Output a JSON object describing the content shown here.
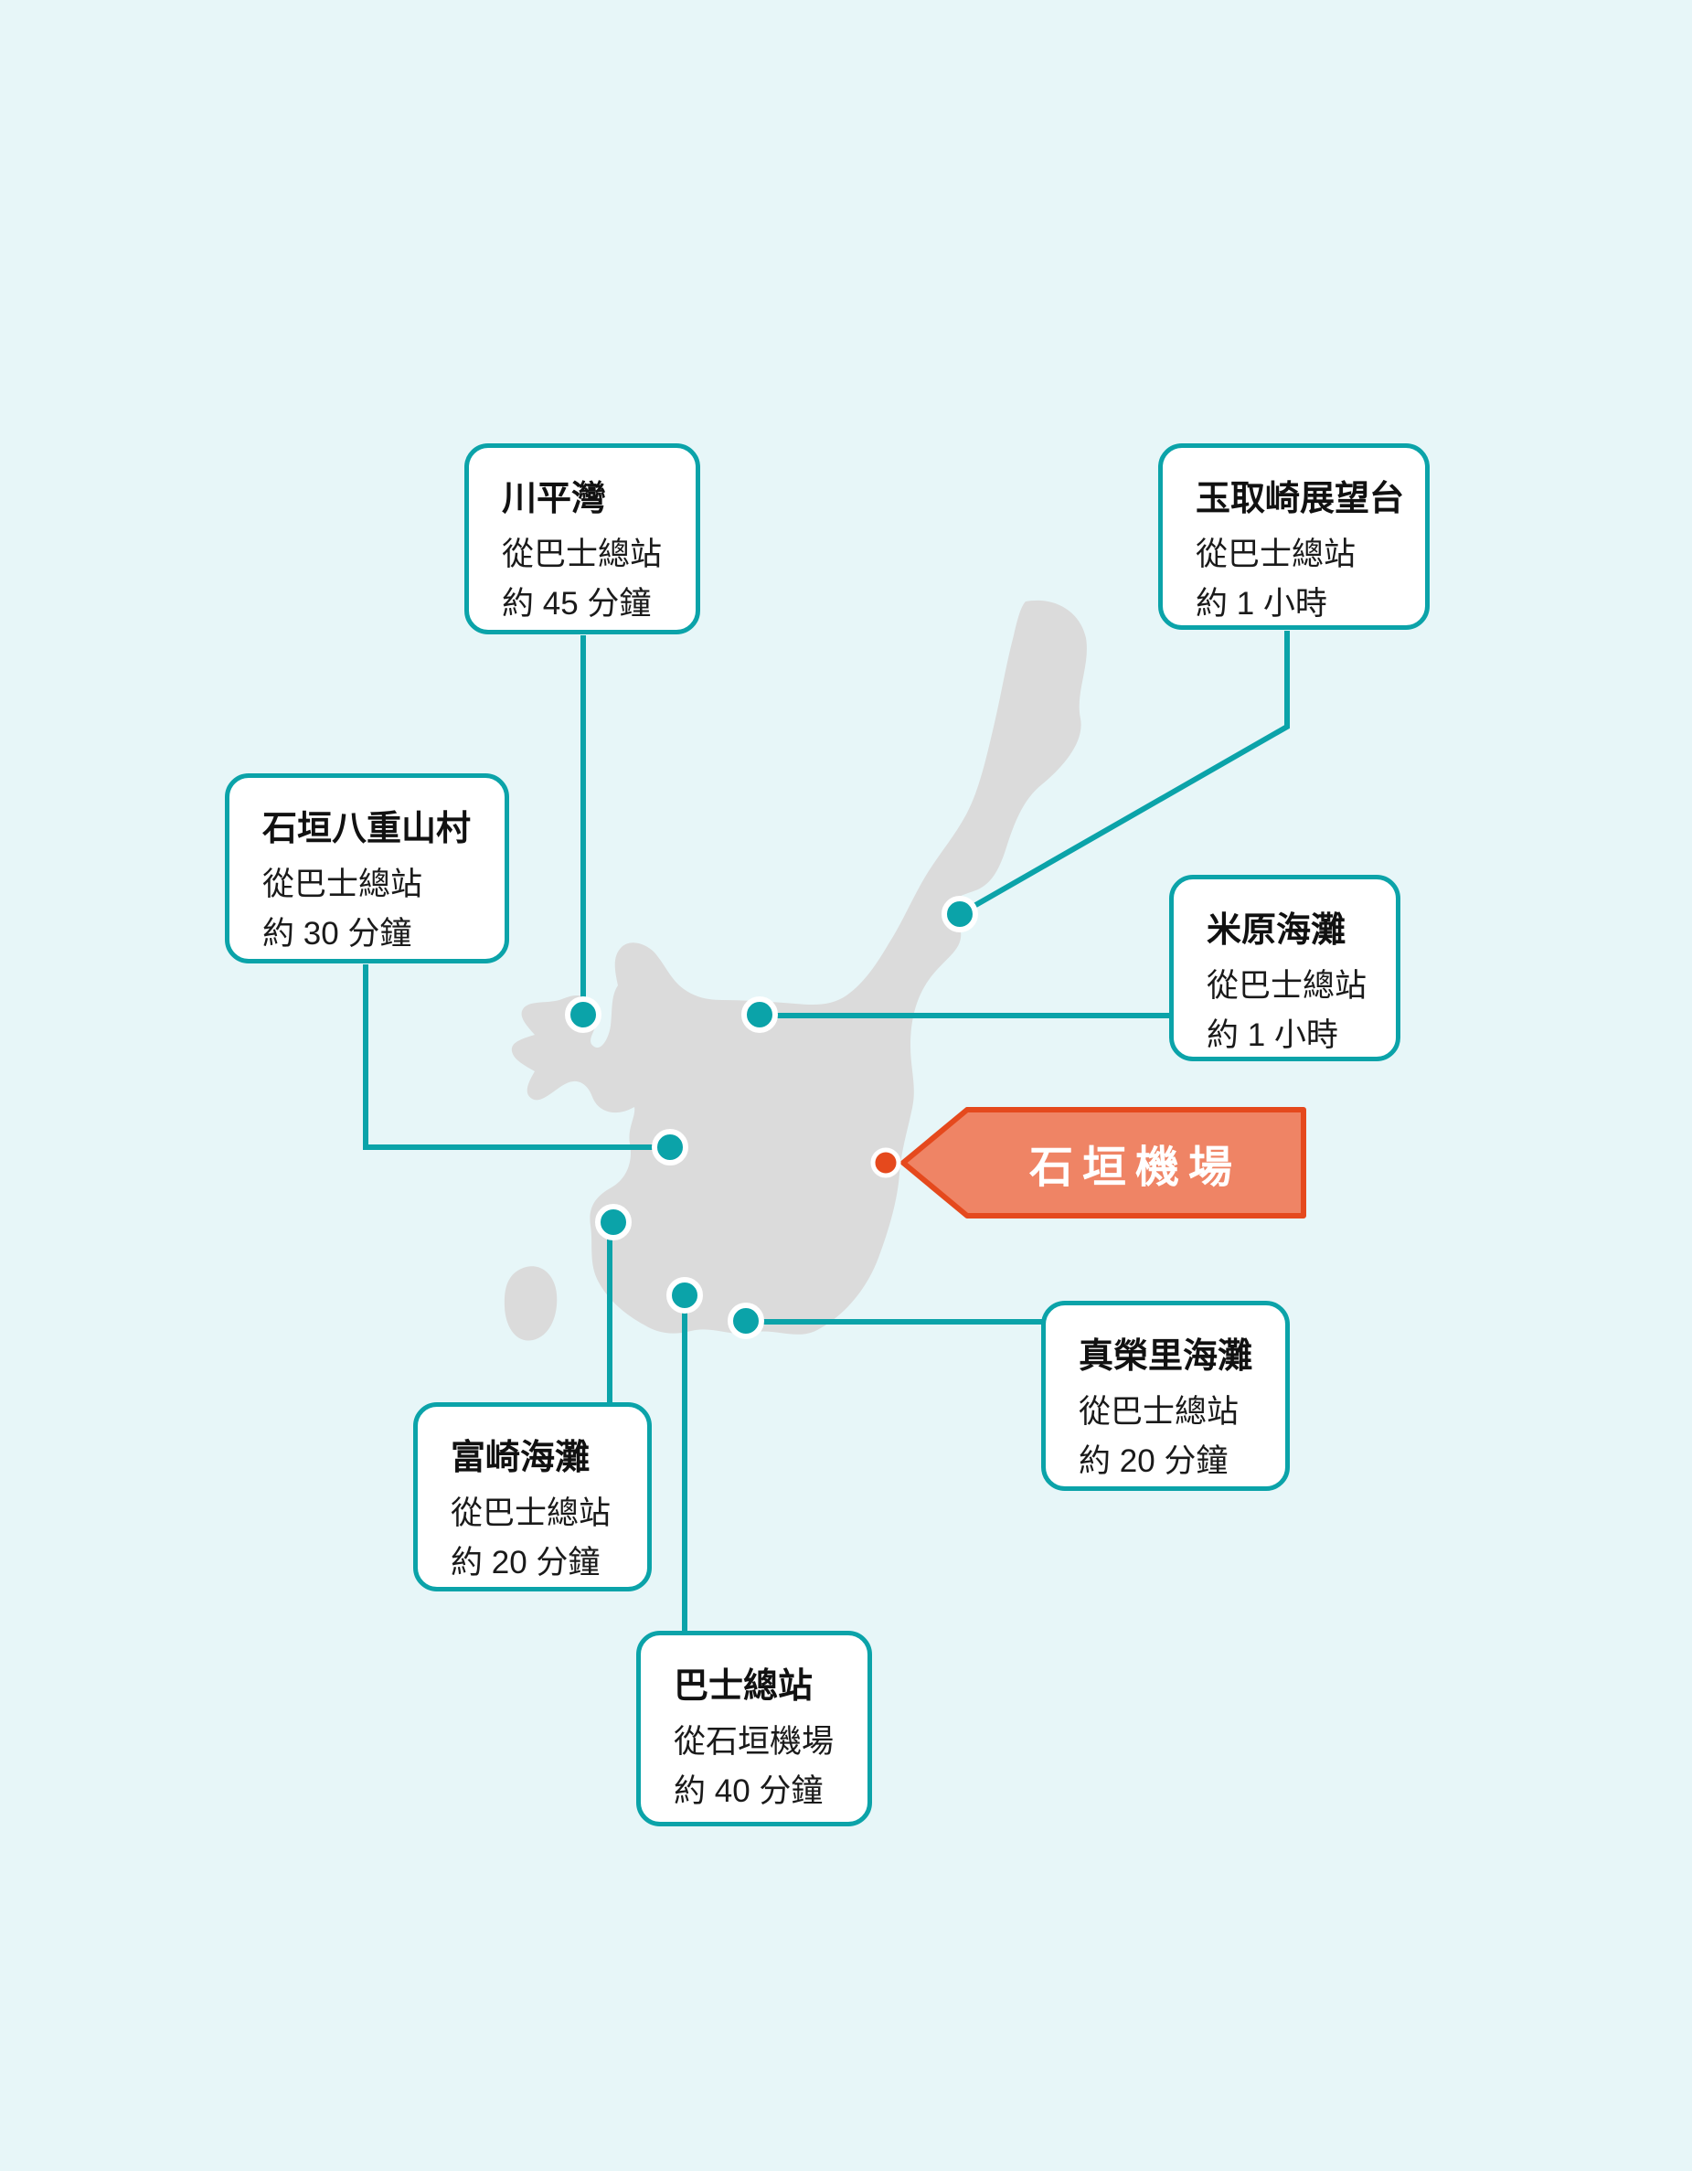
{
  "airport": {
    "label": "石垣機場"
  },
  "callouts": {
    "kabira": {
      "title": "川平灣",
      "line1": "從巴士總站",
      "line2": "約 45 分鐘"
    },
    "tamatorizaki": {
      "title": "玉取崎展望台",
      "line1": "從巴士總站",
      "line2": "約 1 小時"
    },
    "yaeyama": {
      "title": "石垣八重山村",
      "line1": "從巴士總站",
      "line2": "約 30 分鐘"
    },
    "yonehara": {
      "title": "米原海灘",
      "line1": "從巴士總站",
      "line2": "約 1 小時"
    },
    "maesato": {
      "title": "真榮里海灘",
      "line1": "從巴士總站",
      "line2": "約 20 分鐘"
    },
    "fusaki": {
      "title": "富崎海灘",
      "line1": "從巴士總站",
      "line2": "約 20 分鐘"
    },
    "bus_terminal": {
      "title": "巴士總站",
      "line1": "從石垣機場",
      "line2": "約 40 分鐘"
    }
  },
  "colors": {
    "background": "#E7F6F8",
    "island": "#DBDBDB",
    "teal_accent": "#0BA3A9",
    "orange_border": "#E5491D",
    "orange_fill": "#EF8465"
  }
}
